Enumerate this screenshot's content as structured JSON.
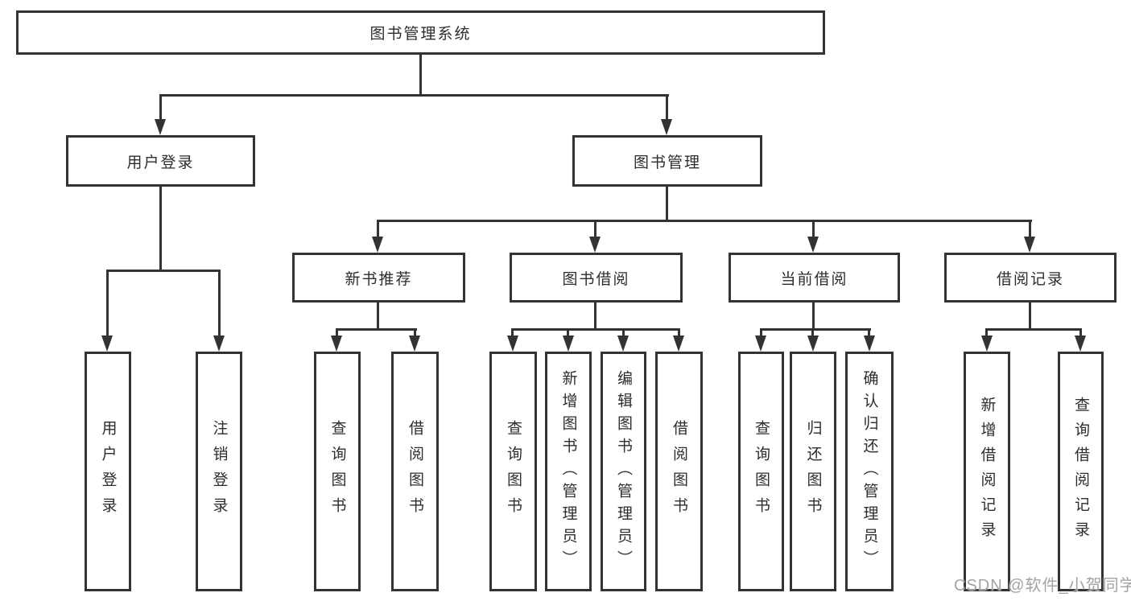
{
  "tree": {
    "root": {
      "label": "图书管理系统"
    },
    "branches": [
      {
        "label": "用户登录",
        "children": [
          "用户登录",
          "注销登录"
        ]
      },
      {
        "label": "图书管理",
        "sections": [
          {
            "label": "新书推荐",
            "children": [
              "查询图书",
              "借阅图书"
            ]
          },
          {
            "label": "图书借阅",
            "children": [
              "查询图书",
              "新增图书（管理员）",
              "编辑图书（管理员）",
              "借阅图书"
            ]
          },
          {
            "label": "当前借阅",
            "children": [
              "查询图书",
              "归还图书",
              "确认归还（管理员）"
            ]
          },
          {
            "label": "借阅记录",
            "children": [
              "新增借阅记录",
              "查询借阅记录"
            ]
          }
        ]
      }
    ]
  },
  "watermark": {
    "text": "CSDN @软件_小贺同学"
  },
  "colors": {
    "line": "#333333",
    "text": "#2d2d2d",
    "watermark": "#a3a3a3",
    "background": "#ffffff"
  }
}
